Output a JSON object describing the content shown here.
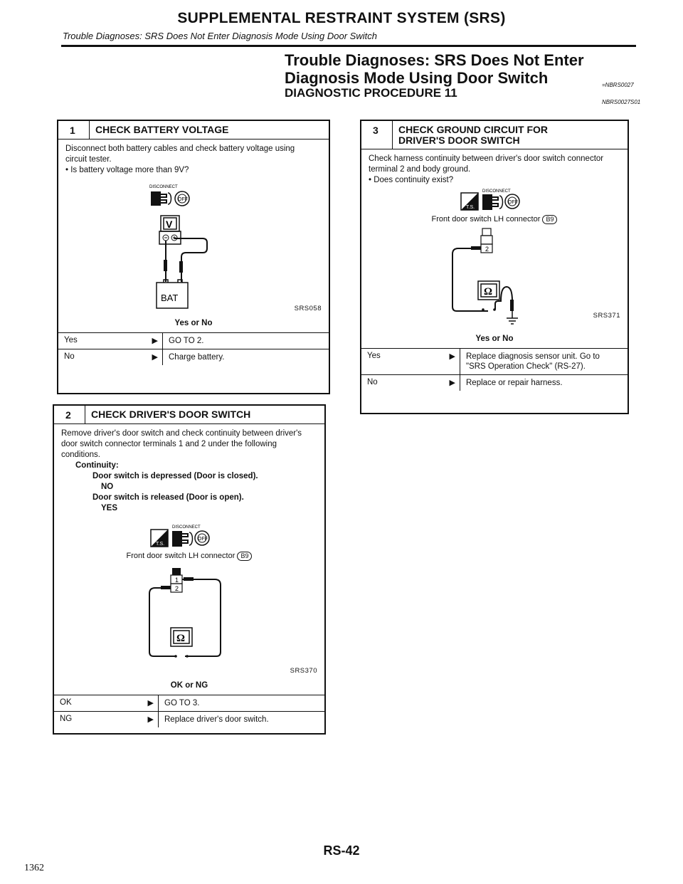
{
  "header": {
    "title": "SUPPLEMENTAL RESTRAINT SYSTEM (SRS)",
    "subtitle": "Trouble Diagnoses: SRS Does Not Enter Diagnosis Mode Using Door Switch"
  },
  "section": {
    "title_line1": "Trouble Diagnoses: SRS Does Not Enter",
    "title_line2": "Diagnosis Mode Using Door Switch",
    "procedure": "DIAGNOSTIC PROCEDURE 11",
    "ref1": "=NBRS0027",
    "ref2": "NBRS0027S01"
  },
  "step1": {
    "num": "1",
    "title": "CHECK BATTERY VOLTAGE",
    "text": "Disconnect both battery cables and check battery voltage using circuit tester.",
    "bullet": "Is battery voltage more than 9V?",
    "fig_id": "SRS058",
    "fig_labels": {
      "disconnect": "DISCONNECT",
      "off": "OFF",
      "meter": "V",
      "bat": "BAT"
    },
    "question": "Yes or No",
    "rows": [
      {
        "key": "Yes",
        "action": "GO TO 2."
      },
      {
        "key": "No",
        "action": "Charge battery."
      }
    ]
  },
  "step2": {
    "num": "2",
    "title": "CHECK DRIVER'S DOOR SWITCH",
    "text": "Remove driver's door switch and check continuity between driver's door switch connector terminals 1 and 2 under the following conditions.",
    "continuity_label": "Continuity:",
    "cond1": "Door switch is depressed (Door is closed).",
    "cond1_result": "NO",
    "cond2": "Door switch is released (Door is open).",
    "cond2_result": "YES",
    "fig_caption": "Front door switch LH connector",
    "connector": "B9",
    "fig_id": "SRS370",
    "fig_labels": {
      "disconnect": "DISCONNECT",
      "off": "OFF",
      "meter": "Ω",
      "ts": "T.S.",
      "t1": "1",
      "t2": "2"
    },
    "question": "OK or NG",
    "rows": [
      {
        "key": "OK",
        "action": "GO TO 3."
      },
      {
        "key": "NG",
        "action": "Replace driver's door switch."
      }
    ]
  },
  "step3": {
    "num": "3",
    "title": "CHECK GROUND CIRCUIT FOR DRIVER'S DOOR SWITCH",
    "text": "Check harness continuity between driver's door switch connector terminal 2 and body ground.",
    "bullet": "Does continuity exist?",
    "fig_caption": "Front door switch LH connector",
    "connector": "B9",
    "fig_id": "SRS371",
    "fig_labels": {
      "disconnect": "DISCONNECT",
      "off": "OFF",
      "meter": "Ω",
      "ts": "T.S.",
      "t2": "2"
    },
    "question": "Yes or No",
    "rows": [
      {
        "key": "Yes",
        "action": "Replace diagnosis sensor unit. Go to \"SRS Operation Check\" (RS-27)."
      },
      {
        "key": "No",
        "action": "Replace or repair harness."
      }
    ]
  },
  "footer": {
    "page_code": "RS-42",
    "page_number": "1362"
  }
}
